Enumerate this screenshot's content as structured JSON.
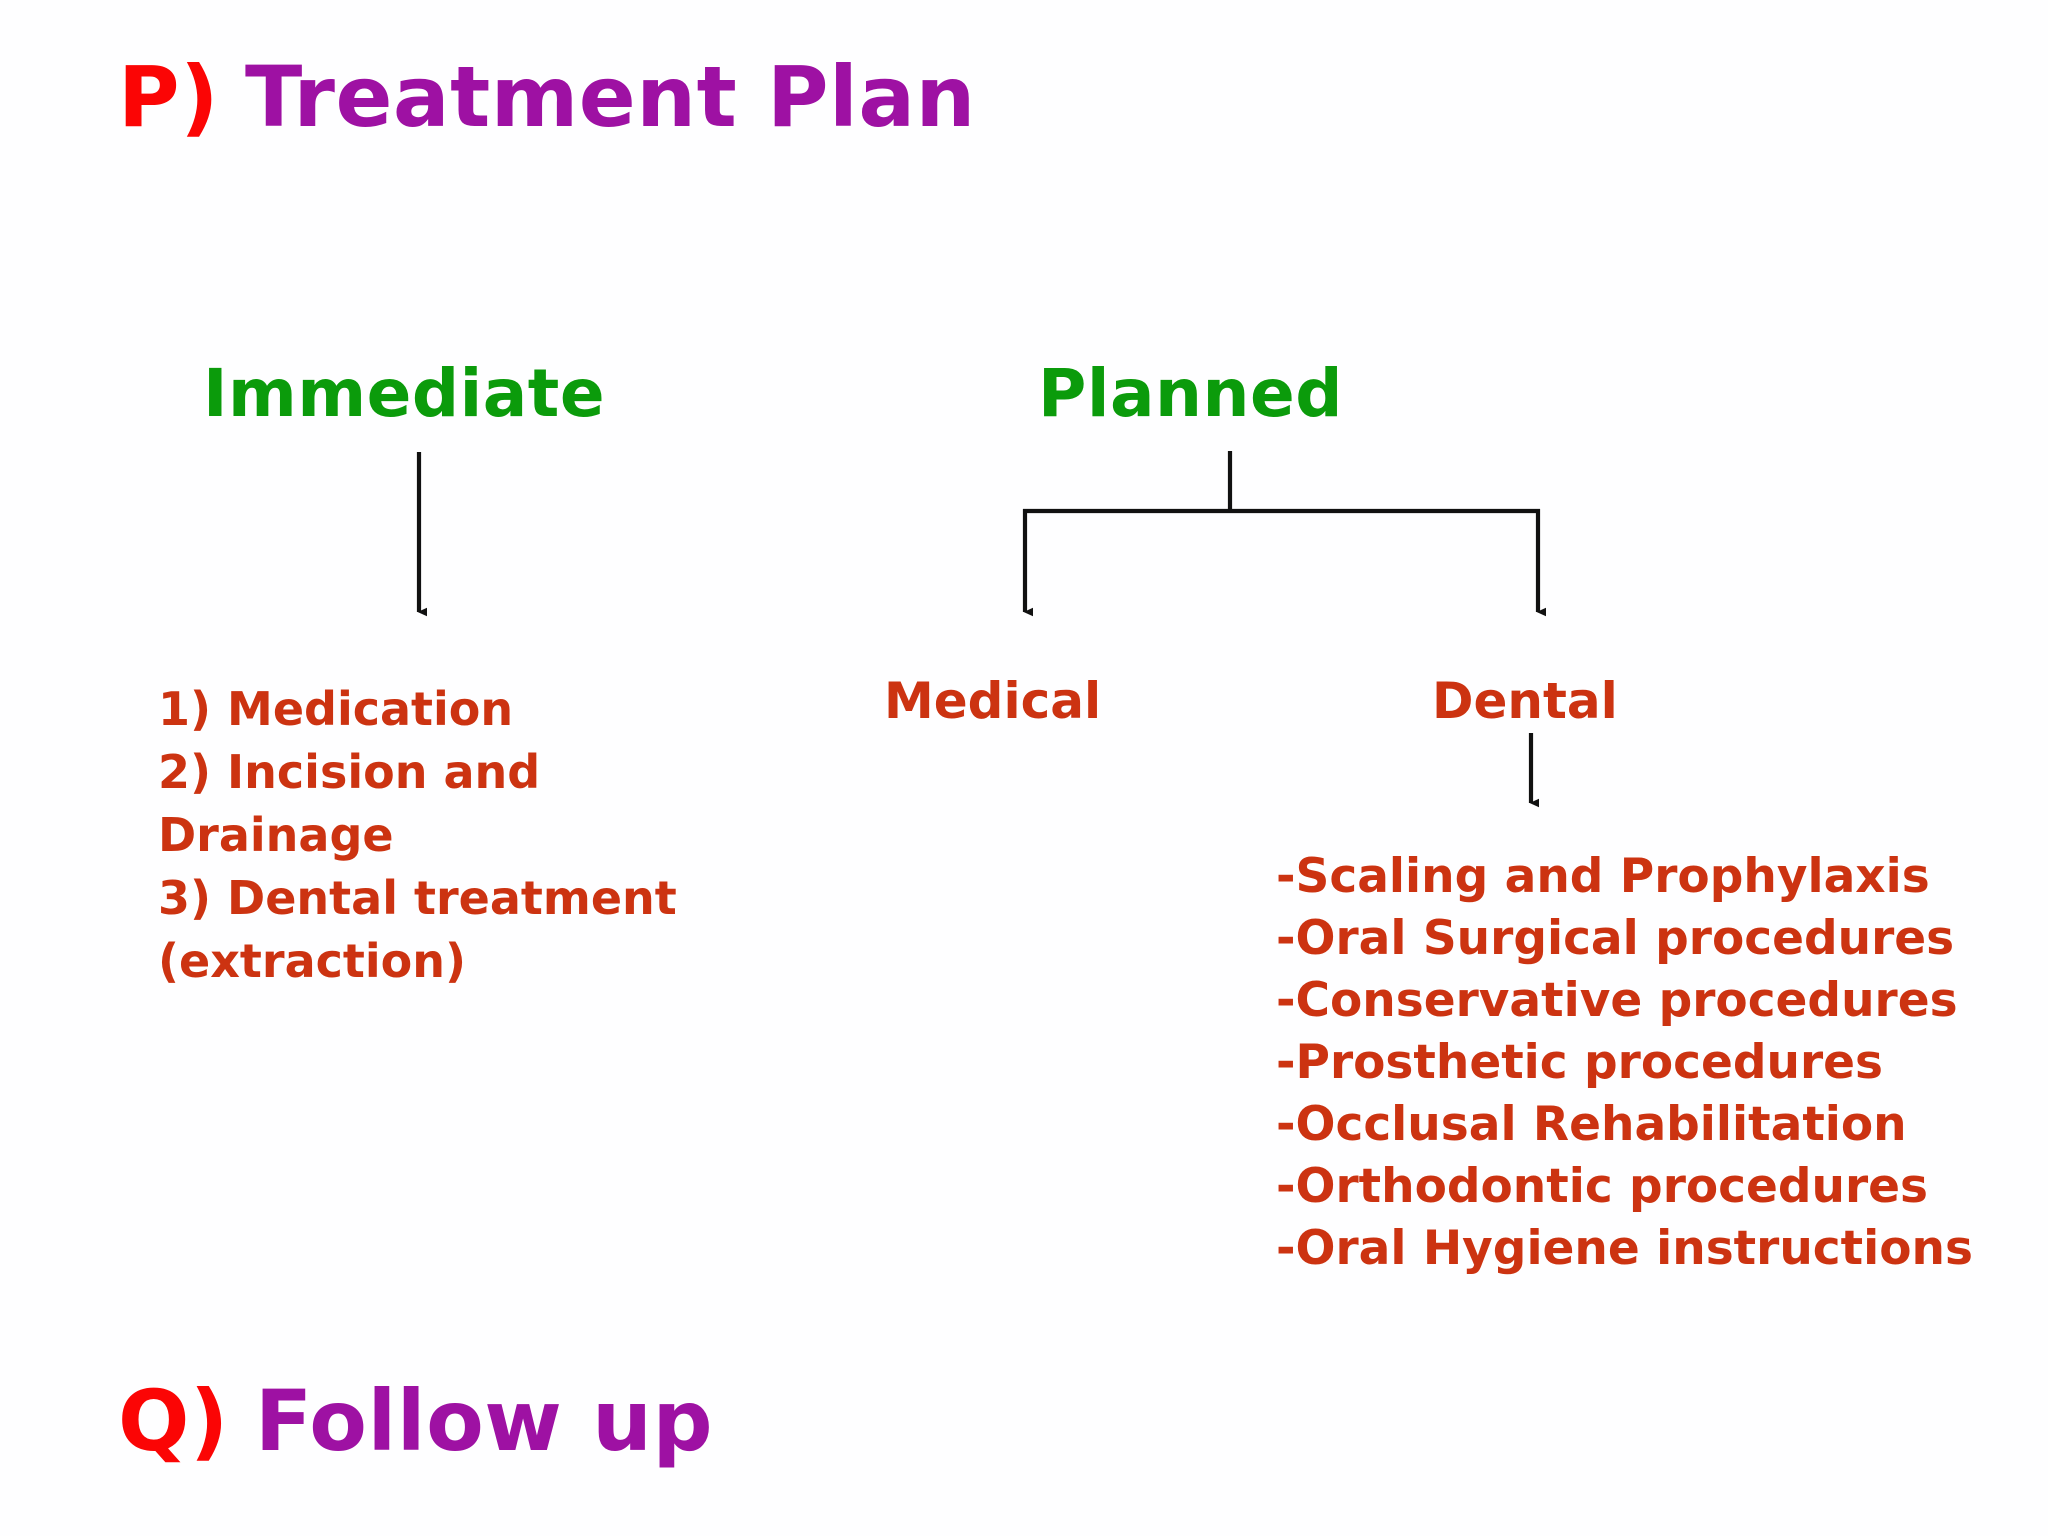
{
  "slide": {
    "background_color": "#fefeff",
    "heading_color": "#0b9b0b",
    "body_color": "#cc3311",
    "title_mark_color": "#fb0505",
    "title_body_color": "#9e11a3",
    "connector_color": "#111111"
  },
  "title": {
    "mark": "P)",
    "text": "Treatment Plan"
  },
  "footer": {
    "mark": "Q)",
    "text": "Follow up"
  },
  "branches": {
    "immediate": {
      "heading": "Immediate",
      "items": [
        "1) Medication",
        "2) Incision and Drainage",
        "3) Dental treatment (extraction)"
      ]
    },
    "planned": {
      "heading": "Planned",
      "children": [
        {
          "label": "Medical",
          "items": []
        },
        {
          "label": "Dental",
          "items": [
            "-Scaling and Prophylaxis",
            "-Oral Surgical procedures",
            "-Conservative procedures",
            "-Prosthetic procedures",
            "-Occlusal Rehabilitation",
            "-Orthodontic procedures",
            "-Oral Hygiene instructions"
          ]
        }
      ]
    }
  }
}
